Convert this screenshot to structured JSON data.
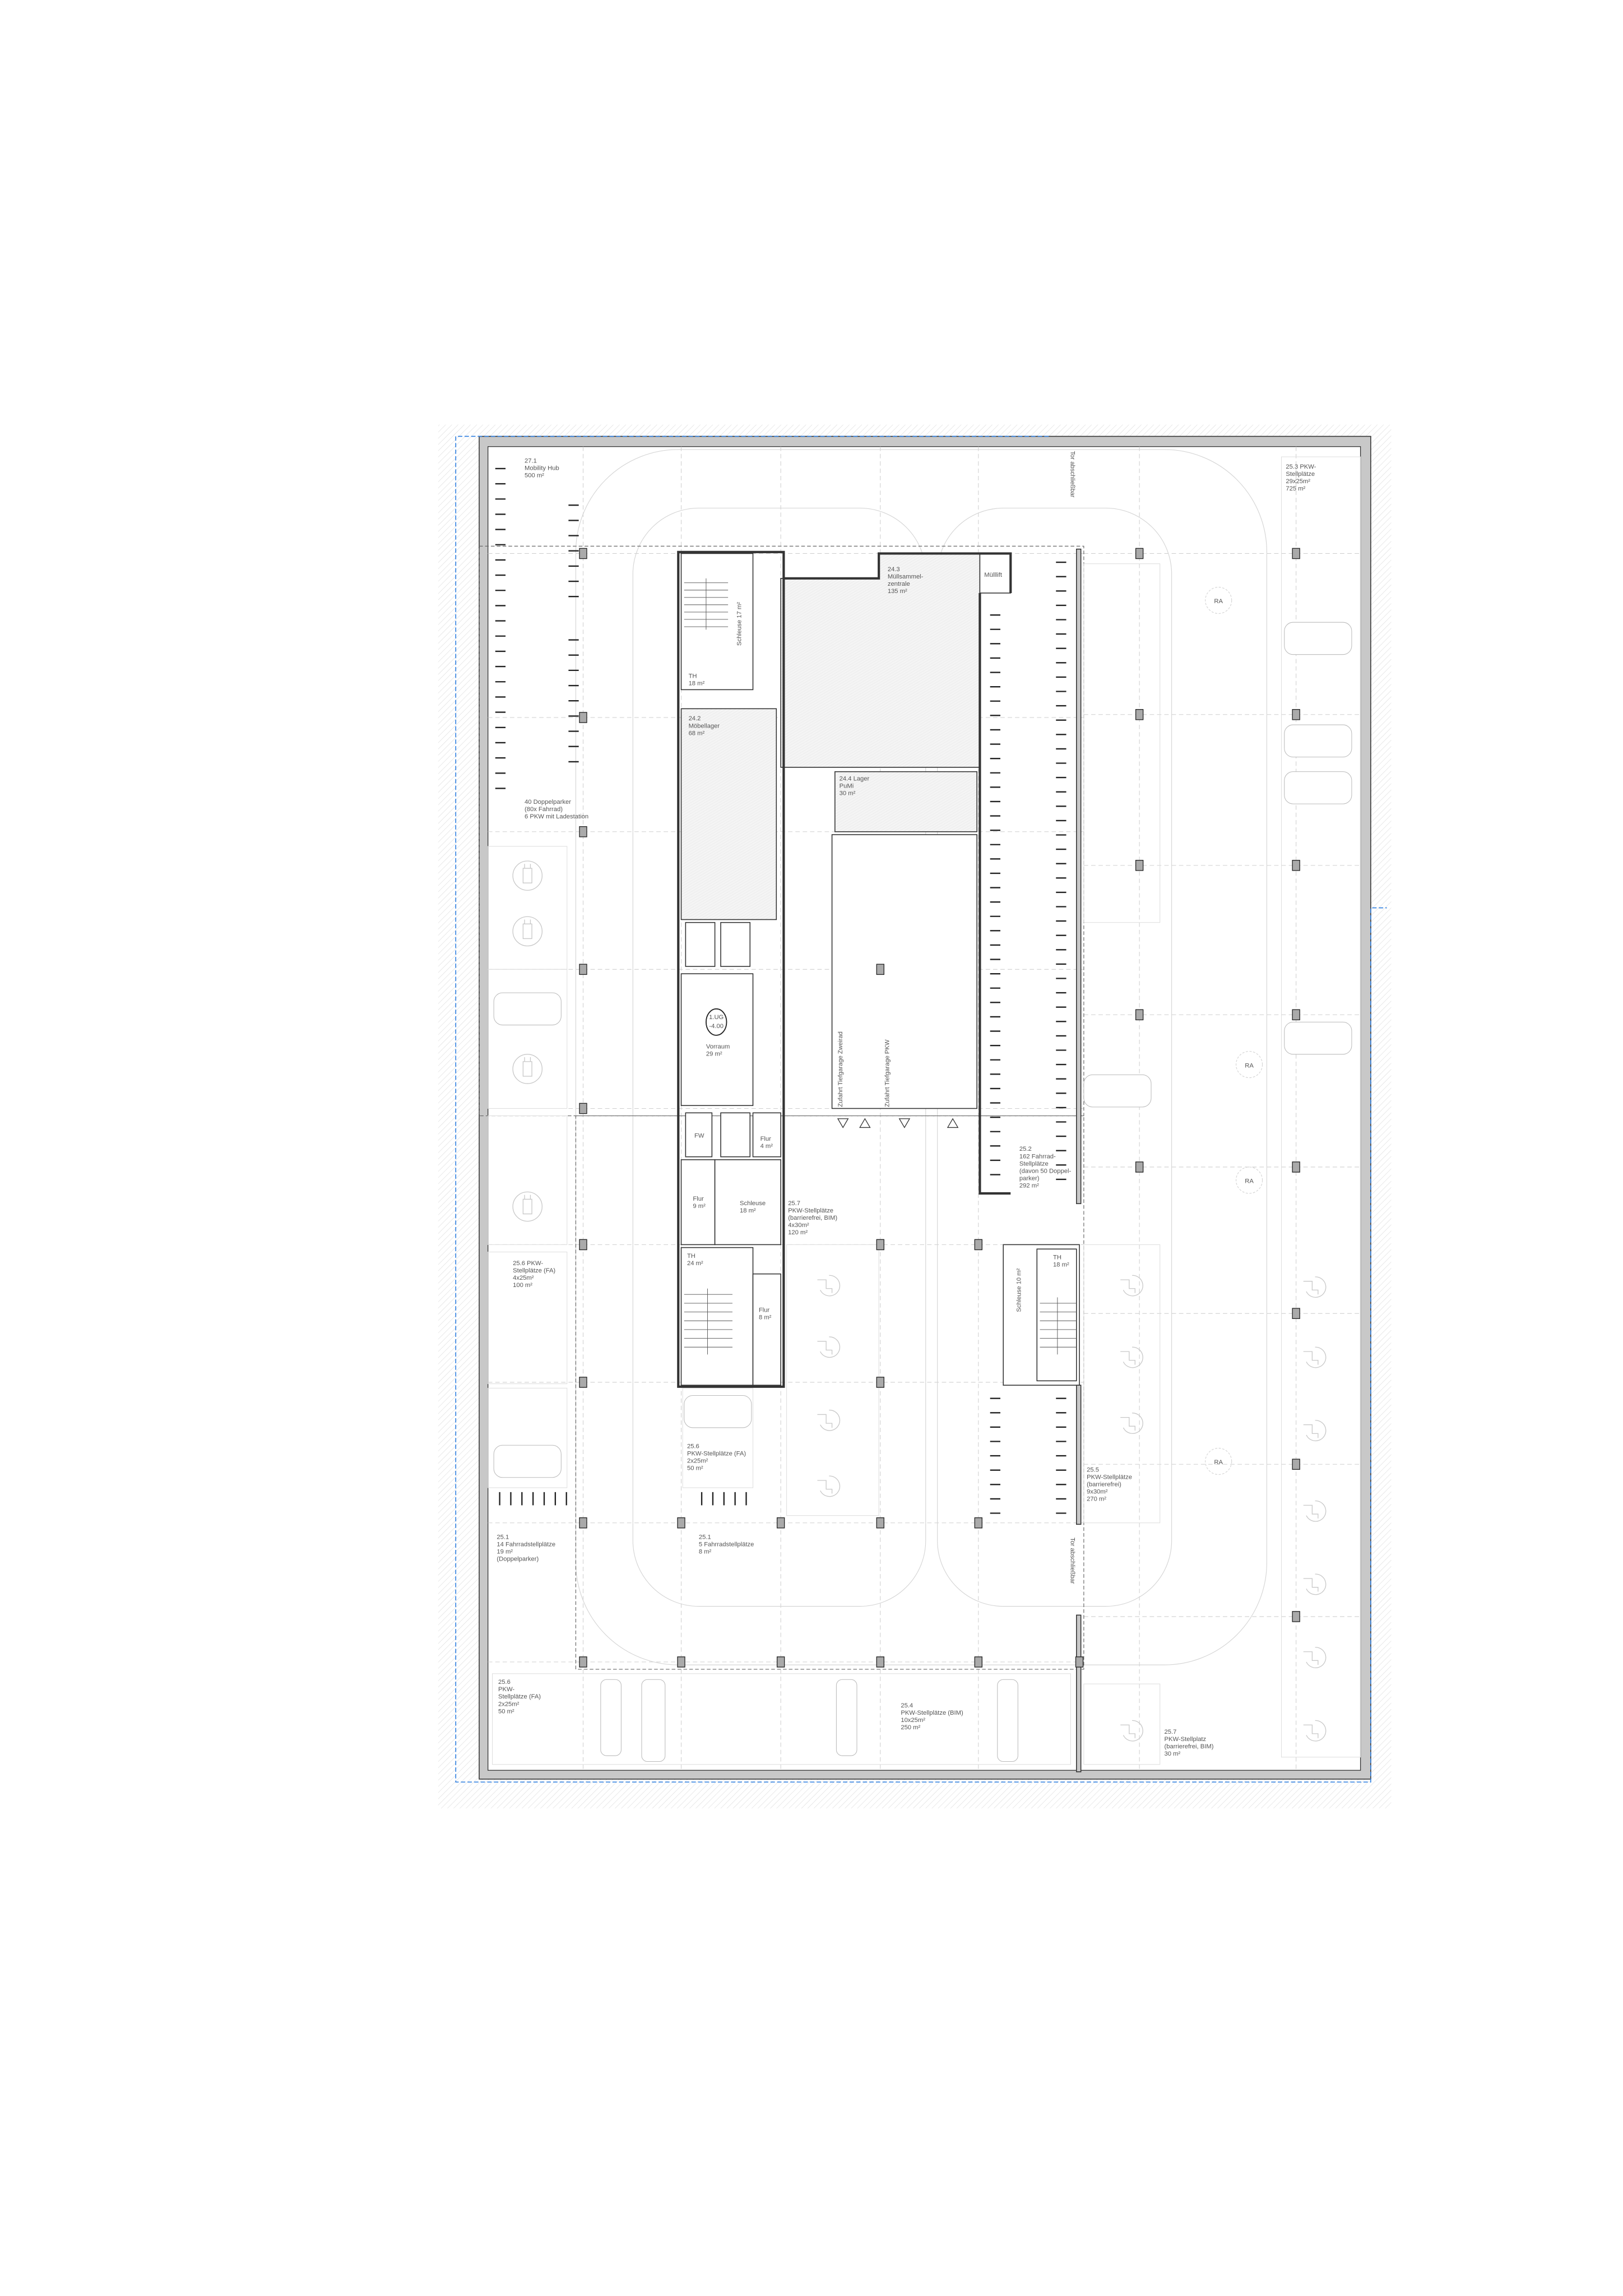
{
  "plan": {
    "level": "1.UG",
    "elevation": "-4.00"
  },
  "rooms": {
    "mobility_hub": [
      "27.1",
      "Mobility Hub",
      "500 m²"
    ],
    "doppelparker": [
      "40 Doppelparker",
      "(80x Fahrrad)",
      "6 PKW mit Ladestation"
    ],
    "th_top": [
      "TH",
      "18 m²"
    ],
    "schleuse_top": "Schleuse 17 m²",
    "muell": [
      "24.3",
      "Müllsammel-",
      "zentrale",
      "135 m²"
    ],
    "muelllift": "Mülllift",
    "moebellager": [
      "24.2",
      "Möbellager",
      "68 m²"
    ],
    "lager_pumi": [
      "24.4 Lager",
      "PuMi",
      "30 m²"
    ],
    "vorraum": [
      "Vorraum",
      "29 m²"
    ],
    "fw": "FW",
    "flur4": [
      "Flur",
      "4 m²"
    ],
    "flur9": [
      "Flur",
      "9 m²"
    ],
    "schleuse18": [
      "Schleuse",
      "18 m²"
    ],
    "pkw_257_bim": [
      "25.7",
      "PKW-Stellplätze",
      "(barrierefrei, BIM)",
      "4x30m²",
      "120 m²"
    ],
    "th24": [
      "TH",
      "24 m²"
    ],
    "flur8": [
      "Flur",
      "8 m²"
    ],
    "th18_right": [
      "TH",
      "18 m²"
    ],
    "schleuse10": "Schleuse 10 m²",
    "fahrrad_252": [
      "25.2",
      "162 Fahrrad-",
      "Stellplätze",
      "(davon 50 Doppel-",
      "parker)",
      "292 m²"
    ],
    "pkw_256_a": [
      "25.6 PKW-",
      "Stellplätze (FA)",
      "4x25m²",
      "100 m²"
    ],
    "pkw_256_b": [
      "25.6",
      "PKW-Stellplätze (FA)",
      "2x25m²",
      "50 m²"
    ],
    "pkw_255": [
      "25.5",
      "PKW-Stellplätze",
      "(barrierefrei)",
      "9x30m²",
      "270 m²"
    ],
    "fahrrad_251_a": [
      "25.1",
      "14 Fahrradstellplätze",
      "19 m²",
      "(Doppelparker)"
    ],
    "fahrrad_251_b": [
      "25.1",
      "5 Fahrradstellplätze",
      "8 m²"
    ],
    "pkw_256_c": [
      "25.6",
      "PKW-",
      "Stellplätze (FA)",
      "2x25m²",
      "50 m²"
    ],
    "pkw_254": [
      "25.4",
      "PKW-Stellplätze (BIM)",
      "10x25m²",
      "250 m²"
    ],
    "pkw_257_single": [
      "25.7",
      "PKW-Stellplatz",
      "(barrierefrei, BIM)",
      "30 m²"
    ],
    "pkw_253": [
      "25.3 PKW-",
      "Stellplätze",
      "29x25m²",
      "725 m²"
    ]
  },
  "annotations": {
    "tor_top": "Tor abschließbar",
    "tor_bottom": "Tor abschließbar",
    "zufahrt_zweirad": "Zufahrt Tiefgarage Zweirad",
    "zufahrt_pkw": "Zufahrt Tiefgarage PKW",
    "ra": "RA"
  },
  "colors": {
    "wall": "#c8c8c8",
    "line": "#333333",
    "property_line": "#2b7de0",
    "text": "#555555"
  }
}
